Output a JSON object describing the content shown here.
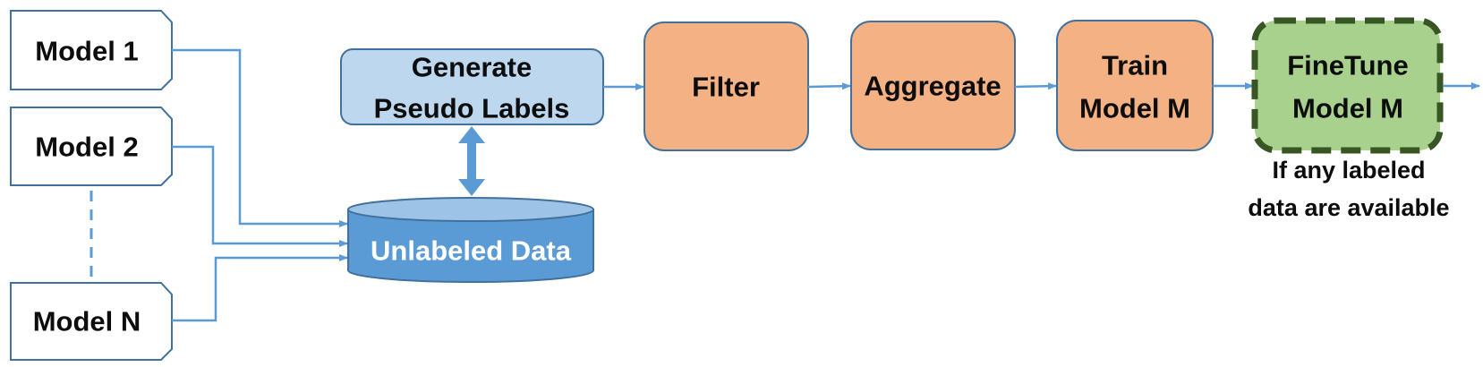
{
  "colors": {
    "connector": "#5b9bd5",
    "model_box_fill": "#ffffff",
    "model_box_stroke": "#41719c",
    "generate_fill": "#bdd7ee",
    "process_fill": "#f4b183",
    "finetune_fill": "#a9d18e",
    "finetune_stroke": "#375623",
    "database_fill": "#5b9bd5",
    "database_top": "#9dc3e6",
    "text_dark": "#0d0d0d",
    "text_light": "#ffffff"
  },
  "models": [
    {
      "label": "Model 1"
    },
    {
      "label": "Model 2"
    },
    {
      "label": "Model N"
    }
  ],
  "generate": {
    "lines": [
      "Generate",
      "Pseudo Labels"
    ]
  },
  "database": {
    "label": "Unlabeled Data"
  },
  "filter": {
    "label": "Filter"
  },
  "aggregate": {
    "label": "Aggregate"
  },
  "train": {
    "lines": [
      "Train",
      "Model M"
    ]
  },
  "finetune": {
    "lines": [
      "FineTune",
      "Model M"
    ]
  },
  "note": {
    "lines": [
      "If any labeled",
      "data are available"
    ]
  }
}
